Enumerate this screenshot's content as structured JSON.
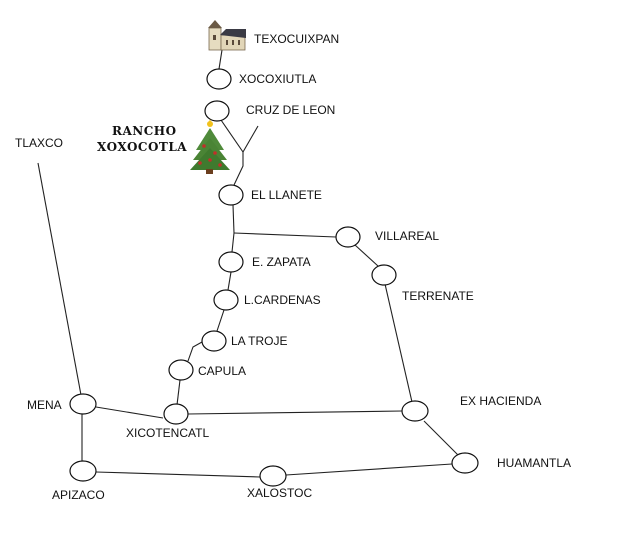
{
  "places": {
    "texocuixpan": "TEXOCUIXPAN",
    "xocoxiutla": "XOCOXIUTLA",
    "cruz_de_leon": "CRUZ DE LEON",
    "rancho_1": "RANCHO",
    "rancho_2": "XOXOCOTLA",
    "el_llanete": "EL LLANETE",
    "villareal": "VILLAREAL",
    "e_zapata": "E. ZAPATA",
    "terrenate": "TERRENATE",
    "l_cardenas": "L.CARDENAS",
    "la_troje": "LA TROJE",
    "capula": "CAPULA",
    "tlaxco": "TLAXCO",
    "mena": "MENA",
    "xicotencatl": "XICOTENCATL",
    "ex_hacienda": "EX HACIENDA",
    "huamantla": "HUAMANTLA",
    "apizaco": "APIZACO",
    "xalostoc": "XALOSTOC"
  },
  "icons": {
    "church": "church-icon",
    "tree": "christmas-tree-icon"
  }
}
